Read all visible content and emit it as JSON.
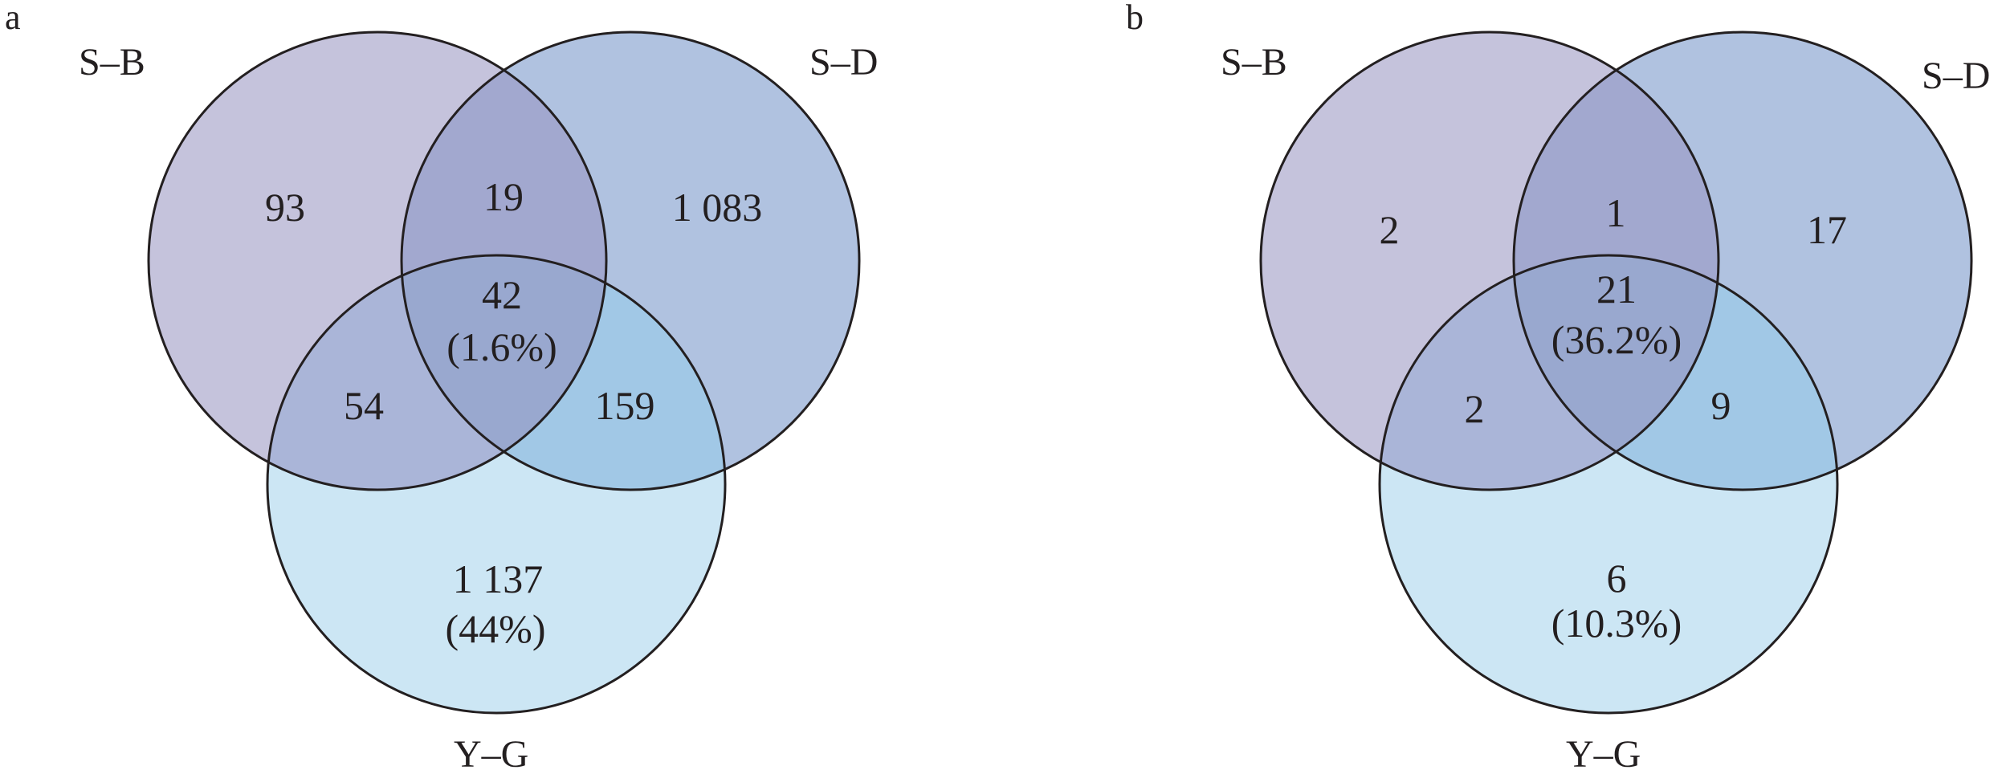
{
  "panels": [
    {
      "letter": "a",
      "sets": [
        "S–B",
        "S–D",
        "Y–G"
      ],
      "regions": {
        "sb_only": "93",
        "sd_only": "1 083",
        "yg_only": "1 137",
        "yg_only_pct": "(44%)",
        "sb_sd": "19",
        "sb_yg": "54",
        "sd_yg": "159",
        "all": "42",
        "all_pct": "(1.6%)"
      }
    },
    {
      "letter": "b",
      "sets": [
        "S–B",
        "S–D",
        "Y–G"
      ],
      "regions": {
        "sb_only": "2",
        "sd_only": "17",
        "yg_only": "6",
        "yg_only_pct": "(10.3%)",
        "sb_sd": "1",
        "sb_yg": "2",
        "sd_yg": "9",
        "all": "21",
        "all_pct": "(36.2%)"
      }
    }
  ],
  "colors": {
    "sb": "#c5c3dc",
    "sd": "#b0c2e0",
    "yg": "#cce6f4",
    "sb_sd": "#a2a8cf",
    "sb_yg": "#aab5d8",
    "sd_yg": "#a1c8e6",
    "all": "#99a8cf",
    "stroke": "#231f20"
  }
}
